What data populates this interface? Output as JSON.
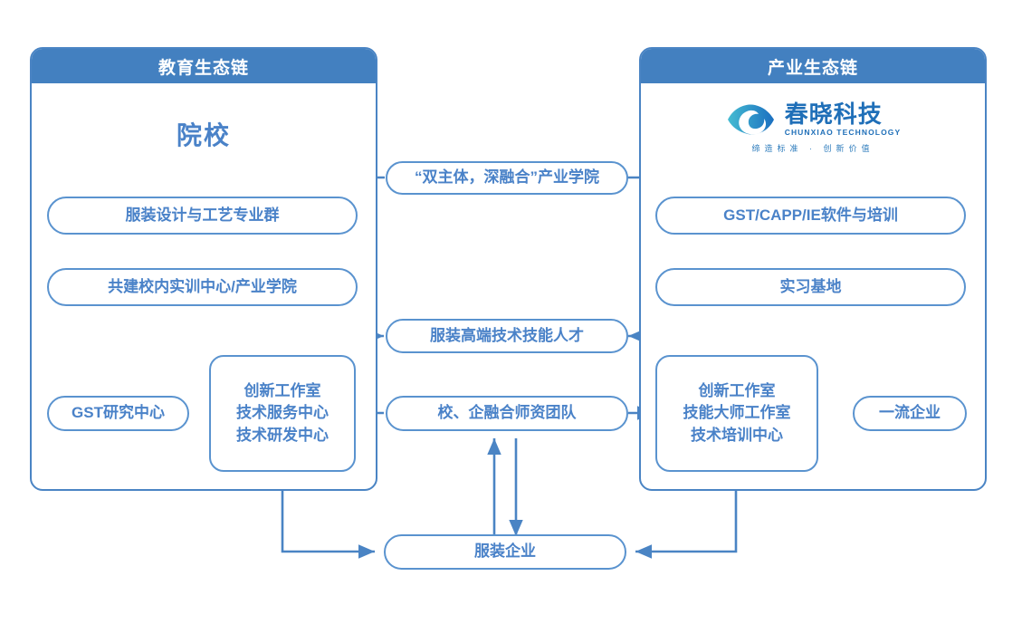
{
  "panels": {
    "left": {
      "title": "教育生态链",
      "heading": "院校"
    },
    "right": {
      "title": "产业生态链"
    }
  },
  "logo": {
    "name_cn": "春晓科技",
    "name_en": "CHUNXIAO TECHNOLOGY",
    "slogan": "缔造标准 · 创新价值",
    "mark": "eye-swirl-icon"
  },
  "nodes": {
    "industry_college": "“双主体，深融合”产业学院",
    "left_1": "服装设计与工艺专业群",
    "left_2": "共建校内实训中心/产业学院",
    "right_1": "GST/CAPP/IE软件与培训",
    "right_2": "实习基地",
    "talent": "服装高端技术技能人才",
    "gst_center": "GST研究中心",
    "left_centers": [
      "创新工作室",
      "技术服务中心",
      "技术研发中心"
    ],
    "faculty_team": "校、企融合师资团队",
    "right_centers": [
      "创新工作室",
      "技能大师工作室",
      "技术培训中心"
    ],
    "top_enterprise": "一流企业",
    "apparel_enterprise": "服装企业"
  },
  "colors": {
    "header_bg": "#4380c0",
    "panel_border": "#4a84c4",
    "node_border": "#5a93cf",
    "node_text": "#4a82c8",
    "connector": "#4a84c4",
    "logo_blue": "#1f6fb8",
    "logo_teal": "#3aa8c8"
  }
}
